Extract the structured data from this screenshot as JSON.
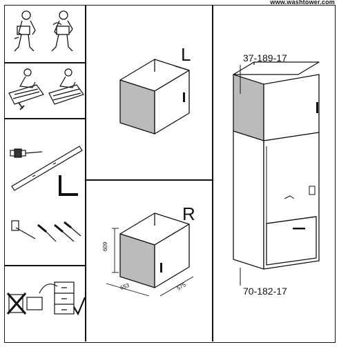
{
  "header": {
    "website": "www.washtower.com"
  },
  "left_column": {
    "panels": [
      {
        "name": "two-person-assembly-icons"
      },
      {
        "name": "protect-floor-icons"
      },
      {
        "name": "tools-level-square-icons",
        "square_letter": "L"
      },
      {
        "name": "screwdriver-hammer-icons"
      },
      {
        "name": "recycle-packaging-icons"
      }
    ]
  },
  "middle_column": {
    "cabinet_l": {
      "letter": "L"
    },
    "cabinet_r": {
      "letter": "R",
      "dim_height": "609",
      "dim_width": "653",
      "dim_depth": "575"
    }
  },
  "right_column": {
    "top_part_code": "37-189-17",
    "bottom_part_code": "70-182-17"
  }
}
